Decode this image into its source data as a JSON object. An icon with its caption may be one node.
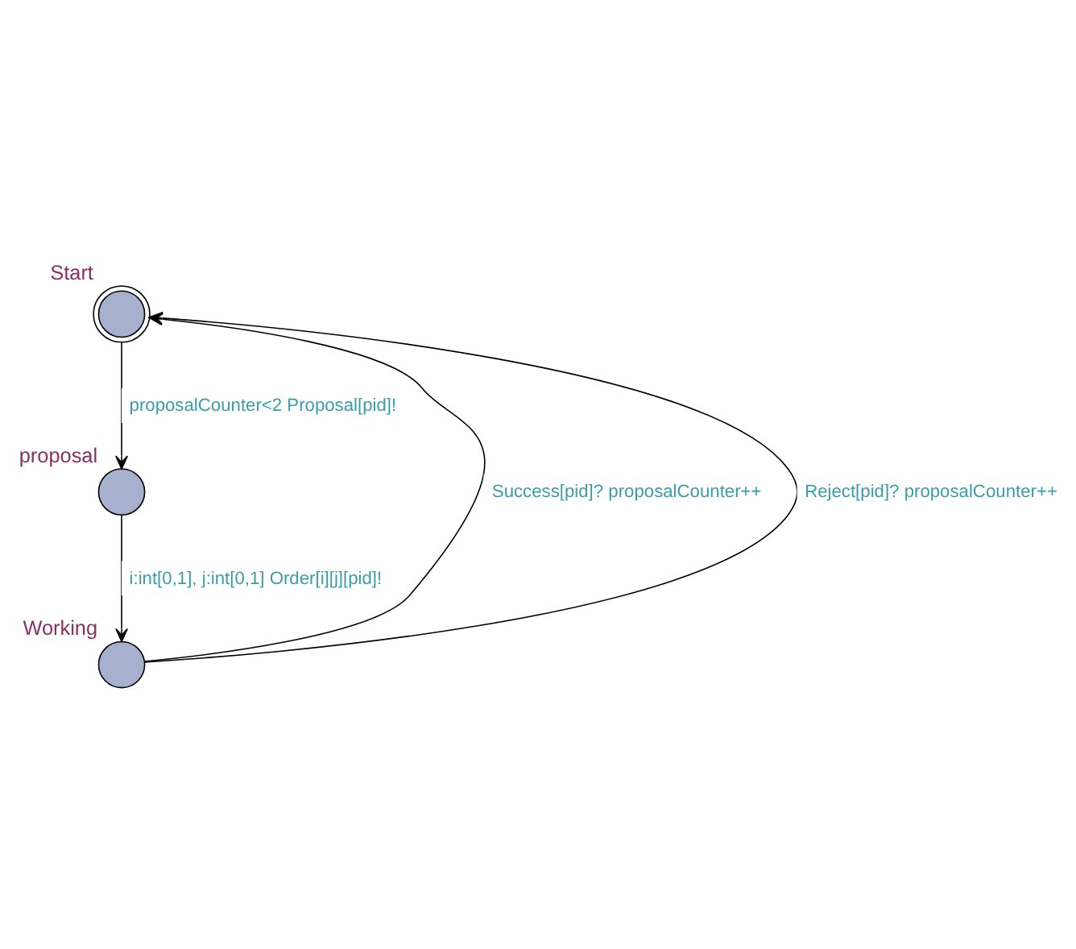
{
  "diagram": {
    "nodes": [
      {
        "text": [],
        "shape": "circle",
        "beside": [
          "Start"
        ]
      },
      {
        "text": [],
        "shape": "circle",
        "beside": [
          "proposal"
        ]
      },
      {
        "text": [],
        "shape": "circle",
        "beside": [
          "Working"
        ]
      }
    ],
    "edges": [
      {
        "from": 0,
        "to": 1,
        "arrow": "to",
        "label": "proposalCounter<2 Proposal[pid]!"
      },
      {
        "from": 1,
        "to": 2,
        "arrow": "to",
        "label": "i:int[0,1], j:int[0,1] Order[i][j][pid]!"
      },
      {
        "from": 2,
        "to": 0,
        "arrow": "to",
        "label": "Success[pid]? proposalCounter++"
      },
      {
        "from": 2,
        "to": 0,
        "arrow": "to",
        "label": "Reject[pid]? proposalCounter++"
      }
    ]
  }
}
